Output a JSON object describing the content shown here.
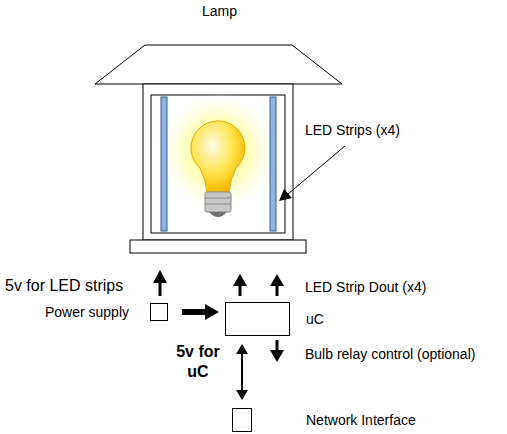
{
  "diagram": {
    "nodes": [
      {
        "text": [
          "Lamp"
        ]
      },
      {
        "text": [
          "Power supply"
        ]
      },
      {
        "text": [
          "uC"
        ]
      },
      {
        "text": [
          "Network Interface"
        ]
      }
    ],
    "edges": [
      {
        "from": 1,
        "to": 2,
        "arrow": "to",
        "label": "5v for uC"
      },
      {
        "from": 2,
        "to": 3,
        "arrow": "both"
      }
    ],
    "labels": [
      "LED Strips (x4)",
      "5v for LED strips",
      "LED Strip Dout (x4)",
      "Bulb relay control (optional)"
    ]
  }
}
